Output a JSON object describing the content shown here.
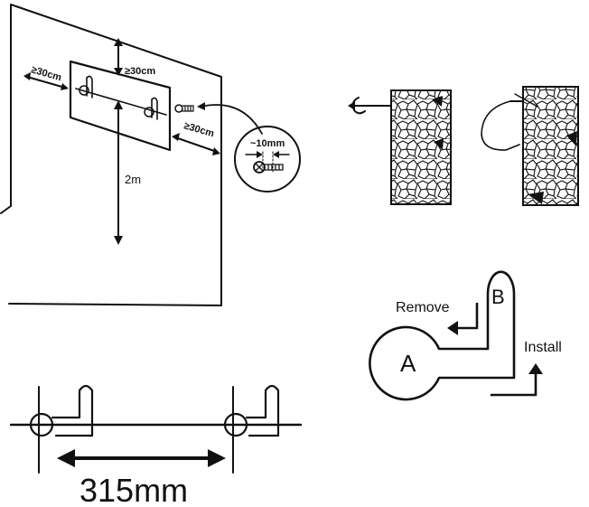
{
  "wall_diagram": {
    "margin_left": "≥30cm",
    "margin_top": "≥30cm",
    "margin_right": "≥30cm",
    "height": "2m",
    "screw_gap": "~10mm"
  },
  "spacing_diagram": {
    "distance": "315mm"
  },
  "mount_hole_diagram": {
    "label_a": "A",
    "label_b": "B",
    "remove_label": "Remove",
    "install_label": "Install"
  },
  "colors": {
    "line": "#111111",
    "background": "#ffffff"
  }
}
